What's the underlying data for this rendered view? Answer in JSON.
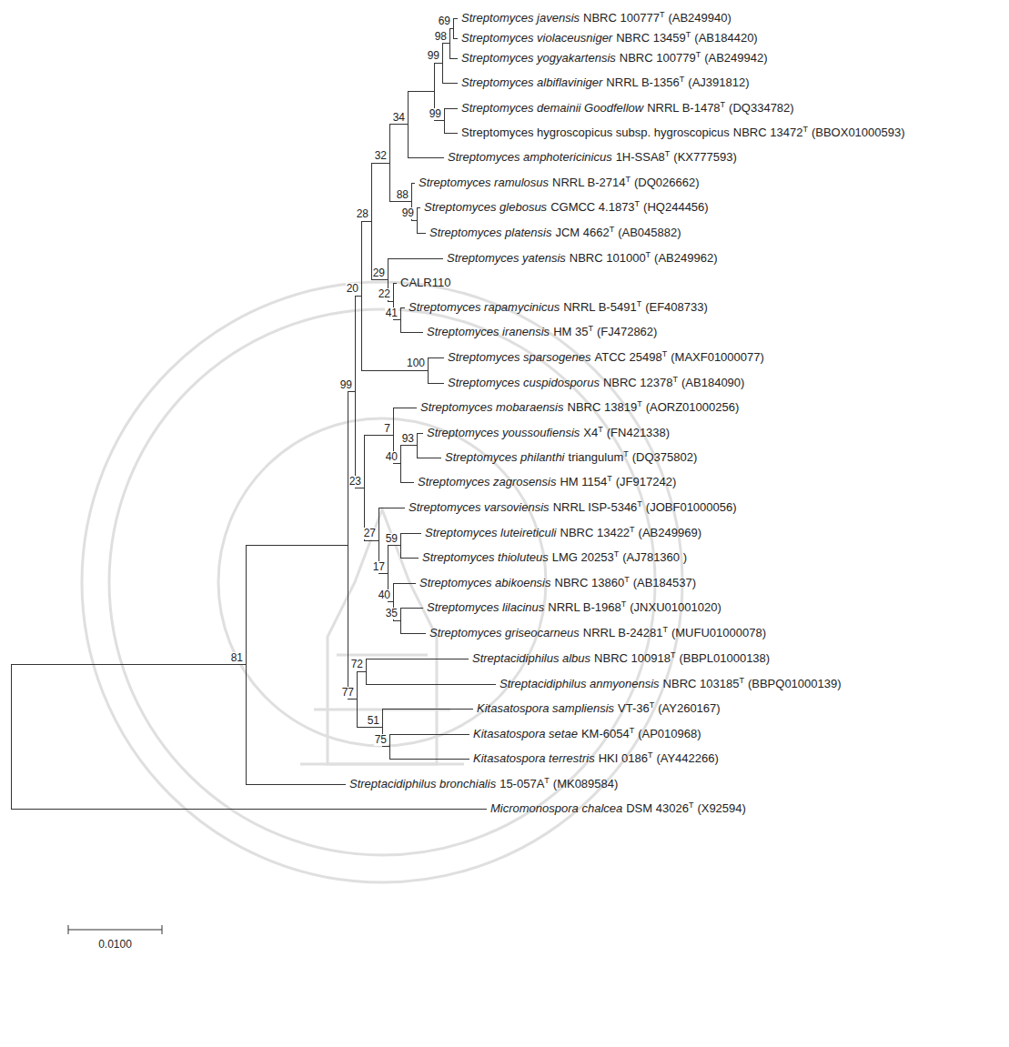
{
  "diagram": {
    "labels": [
      "Streptomyces javensis",
      "NBRC 100777",
      "T",
      "(AB249940)",
      "Streptomyces violaceusniger",
      "NBRC 13459",
      "T",
      "(AB184420)",
      "Streptomyces yogyakartensis",
      "NBRC 100779",
      "T",
      "(AB249942)",
      "Streptomyces albiflaviniger",
      "NRRL B-1356",
      "T",
      "(AJ391812)",
      "Streptomyces demainii Goodfellow",
      "NRRL B-1478",
      "T",
      "(DQ334782)",
      "Streptomyces hygroscopicus subsp. hygroscopicus",
      "NBRC 13472",
      "T",
      "(BBOX01000593)",
      "Streptomyces amphotericinicus",
      "1H-SSA8",
      "T",
      "(KX777593)",
      "Streptomyces ramulosus",
      "NRRL B-2714",
      "T",
      "(DQ026662)",
      "Streptomyces glebosus",
      "CGMCC 4.1873",
      "T",
      "(HQ244456)",
      "Streptomyces platensis",
      "JCM 4662",
      "T",
      "(AB045882)",
      "Streptomyces yatensis",
      "NBRC 101000",
      "T",
      "(AB249962)",
      "CALR110",
      "Streptomyces rapamycinicus",
      "NRRL B-5491",
      "T",
      "(EF408733)",
      "Streptomyces iranensis",
      "HM 35",
      "T",
      "(FJ472862)",
      "Streptomyces sparsogenes",
      "ATCC 25498",
      "T",
      "(MAXF01000077)",
      "Streptomyces cuspidosporus",
      "NBRC 12378",
      "T",
      "(AB184090)",
      "Streptomyces mobaraensis",
      "NBRC 13819",
      "T",
      "(AORZ01000256)",
      "Streptomyces youssoufiensis",
      "X4",
      "T",
      "(FN421338)",
      "Streptomyces philanthi",
      "triangulum",
      "T",
      "(DQ375802)",
      "Streptomyces zagrosensis",
      "HM 1154",
      "T",
      "(JF917242)",
      "Streptomyces varsoviensis",
      "NRRL ISP-5346",
      "T",
      "(JOBF01000056)",
      "Streptomyces luteireticuli",
      "NBRC 13422",
      "T",
      "(AB249969)",
      "Streptomyces thioluteus",
      "LMG 20253",
      "T",
      "(AJ781360 )",
      "Streptomyces abikoensis",
      "NBRC 13860",
      "T",
      "(AB184537)",
      "Streptomyces lilacinus",
      "NRRL B-1968",
      "T",
      "(JNXU01001020)",
      "Streptomyces griseocarneus",
      "NRRL B-24281",
      "T",
      "(MUFU01000078)",
      "Streptacidiphilus albus",
      "NBRC 100918",
      "T",
      "(BBPL01000138)",
      "Streptacidiphilus anmyonensis",
      "NBRC 103185",
      "T",
      "(BBPQ01000139)",
      "Kitasatospora sampliensis",
      "VT-36",
      "T",
      "(AY260167)",
      "Kitasatospora setae",
      "KM-6054",
      "T",
      "(AP010968)",
      "Kitasatospora terrestris",
      "HKI 0186",
      "T",
      "(AY442266)",
      "Streptacidiphilus bronchialis",
      "15-057A",
      "T",
      "(MK089584)",
      "Micromonospora chalcea",
      "DSM 43026",
      "T",
      "(X92594)",
      "69",
      "98",
      "99",
      "99",
      "34",
      "32",
      "88",
      "99",
      "28",
      "20",
      "29",
      "22",
      "41",
      "99",
      "100",
      "93",
      "40",
      "7",
      "23",
      "59",
      "27",
      "17",
      "40",
      "35",
      "72",
      "77",
      "51",
      "75",
      "81",
      "0.0100"
    ]
  }
}
